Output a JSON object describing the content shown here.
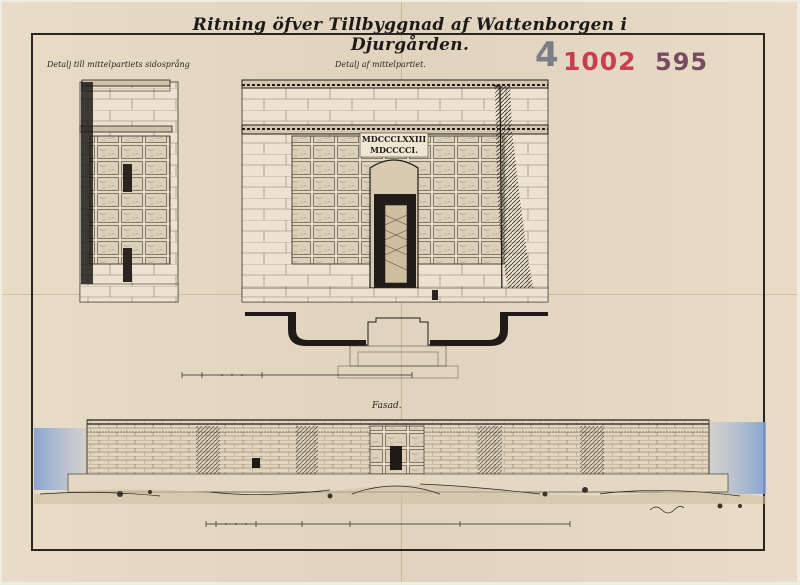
{
  "title": "Ritning öfver Tillbyggnad af Wattenborgen i Djurgården.",
  "stamps": {
    "letter": "4",
    "number_red": "1002",
    "number_purple": "595"
  },
  "captions": {
    "side_detail": "Detalj till mittelpartiets sidosprång",
    "middle_detail": "Detalj af mittelpartiet.",
    "facade": "Fasad."
  },
  "inscriptions": {
    "year_1": "MDCCCLXXIII",
    "year_2": "MDCCCCI."
  },
  "colors": {
    "paper": "#e9dcc6",
    "ink": "#2a2520",
    "stamp_red": "#c83d4f",
    "stamp_purple": "#7a4a63",
    "sky_wash": "#8ea9d6"
  }
}
